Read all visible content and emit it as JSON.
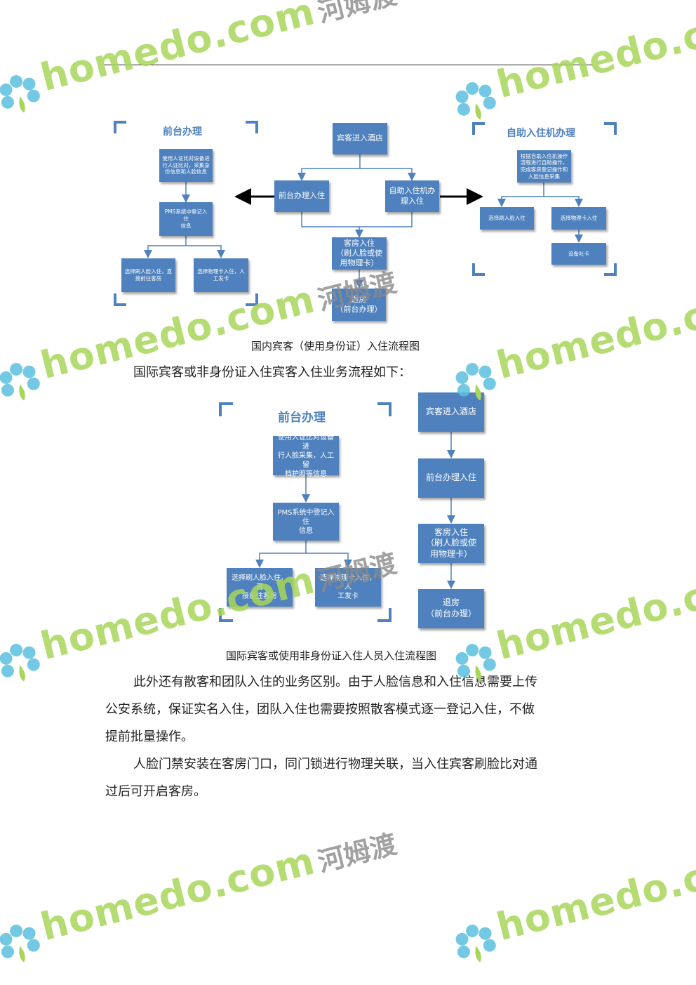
{
  "watermark": {
    "brand": "homedo.com",
    "brand_cn": "河姆渡",
    "flower_color": "#5bc0de",
    "text_color": "#a8d65a"
  },
  "diagram1": {
    "left_title": "前台办理",
    "left_box1": "使用人证比对设备进\n行人证比对，采集身\n份信息和人脸信息",
    "left_box2": "PMS系统中登记入住\n信息",
    "left_box3": "选择刷人脸入住，直\n接前往客房",
    "left_box4": "选择物理卡入住，人\n工发卡",
    "center_box1": "宾客进入酒店",
    "center_box2": "前台办理入住",
    "center_box3": "自助入住机办\n理入住",
    "center_box4": "客房入住\n（刷人脸或使\n用物理卡）",
    "center_box5": "退房\n（前台办理）",
    "right_title": "自助入住机办理",
    "right_box1": "根据自助入住机操作\n流程进行自助操作，\n完成客房登记操作和\n人脸信息采集",
    "right_box2": "选择刷人脸入住",
    "right_box3": "选择物理卡入住",
    "right_box4": "设备吐卡",
    "caption": "国内宾客（使用身份证）入住流程图"
  },
  "intro_line": "国际宾客或非身份证入住宾客入住业务流程如下：",
  "diagram2": {
    "left_title": "前台办理",
    "left_box1": "使用人证比对设备进\n行人脸采集，人工留\n档护照等信息",
    "left_box2": "PMS系统中登记入住\n信息",
    "left_box3": "选择刷人脸入住，直\n接前往客房",
    "left_box4": "选择物理卡入住，人\n工发卡",
    "right_box1": "宾客进入酒店",
    "right_box2": "前台办理入住",
    "right_box3": "客房入住\n（刷人脸或使\n用物理卡）",
    "right_box4": "退房\n（前台办理）",
    "caption": "国际宾客或使用非身份证入住人员入住流程图"
  },
  "paragraphs": {
    "p1_line1": "此外还有散客和团队入住的业务区别。由于人脸信息和入住信息需要上传",
    "p1_line2": "公安系统，保证实名入住，团队入住也需要按照散客模式逐一登记入住，不做",
    "p1_line3": "提前批量操作。",
    "p2_line1": "人脸门禁安装在客房门口，同门锁进行物理关联，当入住宾客刷脸比对通",
    "p2_line2": "过后可开启客房。"
  }
}
